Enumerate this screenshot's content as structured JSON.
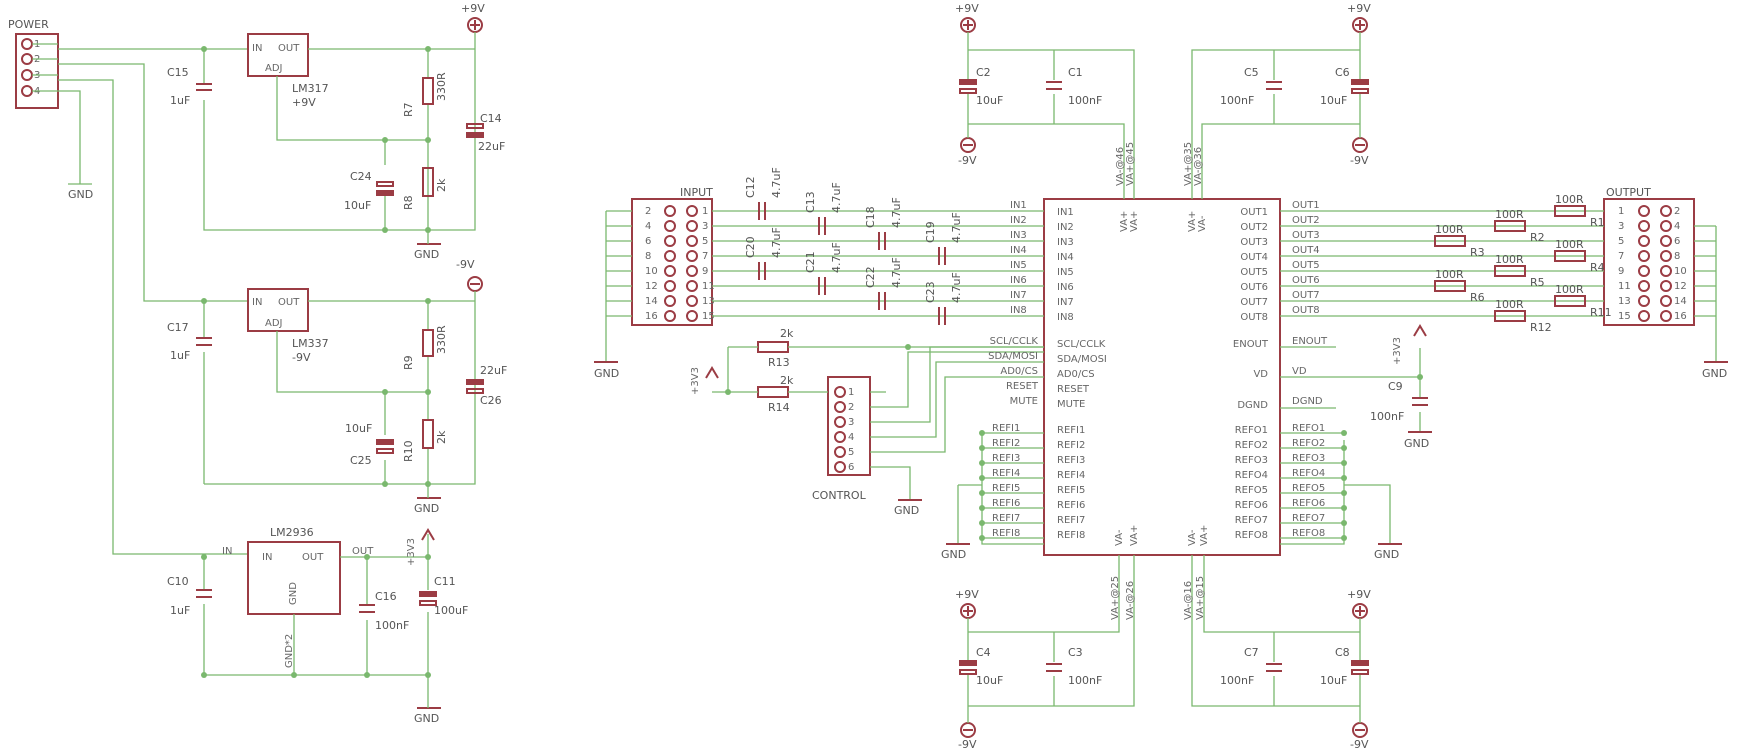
{
  "power_connector": {
    "label": "POWER",
    "pins": [
      "1",
      "2",
      "3",
      "4"
    ]
  },
  "regulators": {
    "pos": {
      "part": "LM317",
      "out_note": "+9V",
      "in": "IN",
      "out": "OUT",
      "adj": "ADJ"
    },
    "neg": {
      "part": "LM337",
      "out_note": "-9V",
      "in": "IN",
      "out": "OUT",
      "adj": "ADJ"
    },
    "ldo": {
      "part": "LM2936",
      "in": "IN",
      "out": "OUT",
      "gnd": "GND",
      "gnd_pin": "GND*2",
      "net_in": "IN",
      "net_out": "OUT"
    }
  },
  "left_parts": {
    "C15": {
      "name": "C15",
      "value": "1uF"
    },
    "C17": {
      "name": "C17",
      "value": "1uF"
    },
    "C10": {
      "name": "C10",
      "value": "1uF"
    },
    "R7": {
      "name": "R7",
      "value": "330R"
    },
    "R8": {
      "name": "R8",
      "value": "2k"
    },
    "R9": {
      "name": "R9",
      "value": "330R"
    },
    "R10": {
      "name": "R10",
      "value": "2k"
    },
    "C14": {
      "name": "C14",
      "value": "22uF"
    },
    "C24": {
      "name": "C24",
      "value": "10uF"
    },
    "C26": {
      "name": "C26",
      "value": "22uF"
    },
    "C25": {
      "name": "C25",
      "value": "10uF"
    },
    "C16": {
      "name": "C16",
      "value": "100nF"
    },
    "C11": {
      "name": "C11",
      "value": "100uF"
    }
  },
  "supplies": {
    "pos9": "+9V",
    "neg9": "-9V",
    "v33": "+3V3",
    "gnd": "GND"
  },
  "input_header": {
    "label": "INPUT",
    "left_pins": [
      "2",
      "4",
      "6",
      "8",
      "10",
      "12",
      "14",
      "16"
    ],
    "right_pins": [
      "1",
      "3",
      "5",
      "7",
      "9",
      "11",
      "13",
      "15"
    ]
  },
  "input_caps": [
    {
      "name": "C12",
      "value": "4.7uF"
    },
    {
      "name": "C20",
      "value": "4.7uF"
    },
    {
      "name": "C13",
      "value": "4.7uF"
    },
    {
      "name": "C21",
      "value": "4.7uF"
    },
    {
      "name": "C18",
      "value": "4.7uF"
    },
    {
      "name": "C22",
      "value": "4.7uF"
    },
    {
      "name": "C19",
      "value": "4.7uF"
    },
    {
      "name": "C23",
      "value": "4.7uF"
    }
  ],
  "in_nets": [
    "IN1",
    "IN2",
    "IN3",
    "IN4",
    "IN5",
    "IN6",
    "IN7",
    "IN8"
  ],
  "control_nets": [
    "SCL/CCLK",
    "SDA/MOSI",
    "AD0/CS",
    "RESET",
    "MUTE"
  ],
  "ref_nets": [
    "REFI1",
    "REFI2",
    "REFI3",
    "REFI4",
    "REFI5",
    "REFI6",
    "REFI7",
    "REFI8"
  ],
  "ref_out_nets": [
    "REFO1",
    "REFO2",
    "REFO3",
    "REFO4",
    "REFO5",
    "REFO6",
    "REFO7",
    "REFO8"
  ],
  "chip": {
    "left_pins": [
      "IN1",
      "IN2",
      "IN3",
      "IN4",
      "IN5",
      "IN6",
      "IN7",
      "IN8",
      "SCL/CCLK",
      "SDA/MOSI",
      "AD0/CS",
      "RESET",
      "MUTE",
      "REFI1",
      "REFI2",
      "REFI3",
      "REFI4",
      "REFI5",
      "REFI6",
      "REFI7",
      "REFI8"
    ],
    "right_pins": [
      "OUT1",
      "OUT2",
      "OUT3",
      "OUT4",
      "OUT5",
      "OUT6",
      "OUT7",
      "OUT8",
      "ENOUT",
      "VD",
      "DGND",
      "REFO1",
      "REFO2",
      "REFO3",
      "REFO4",
      "REFO5",
      "REFO6",
      "REFO7",
      "REFO8"
    ],
    "top_pins": [
      "VA+",
      "VA+",
      "VA+",
      "VA-"
    ],
    "bottom_pins": [
      "VA-",
      "VA+",
      "VA-",
      "VA+"
    ],
    "top_nets": [
      "VA-@46",
      "VA+@45",
      "VA+@35",
      "VA-@36"
    ],
    "bottom_nets": [
      "VA+@25",
      "VA-@26",
      "VA-@16",
      "VA+@15"
    ]
  },
  "out_nets": [
    "OUT1",
    "OUT2",
    "OUT3",
    "OUT4",
    "OUT5",
    "OUT6",
    "OUT7",
    "OUT8",
    "ENOUT",
    "VD",
    "DGND"
  ],
  "control_resistors": {
    "R13": {
      "name": "R13",
      "value": "2k"
    },
    "R14": {
      "name": "R14",
      "value": "2k"
    }
  },
  "control_header": {
    "label": "CONTROL",
    "pins": [
      "1",
      "2",
      "3",
      "4",
      "5",
      "6"
    ]
  },
  "supply_caps": {
    "C2": {
      "name": "C2",
      "value": "10uF"
    },
    "C1": {
      "name": "C1",
      "value": "100nF"
    },
    "C5": {
      "name": "C5",
      "value": "100nF"
    },
    "C6": {
      "name": "C6",
      "value": "10uF"
    },
    "C4": {
      "name": "C4",
      "value": "10uF"
    },
    "C3": {
      "name": "C3",
      "value": "100nF"
    },
    "C7": {
      "name": "C7",
      "value": "100nF"
    },
    "C8": {
      "name": "C8",
      "value": "10uF"
    },
    "C9": {
      "name": "C9",
      "value": "100nF"
    }
  },
  "out_resistors": [
    {
      "name": "R1",
      "value": "100R"
    },
    {
      "name": "R2",
      "value": "100R"
    },
    {
      "name": "R3",
      "value": "100R"
    },
    {
      "name": "R4",
      "value": "100R"
    },
    {
      "name": "R5",
      "value": "100R"
    },
    {
      "name": "R6",
      "value": "100R"
    },
    {
      "name": "R11",
      "value": "100R"
    },
    {
      "name": "R12",
      "value": "100R"
    }
  ],
  "output_header": {
    "label": "OUTPUT",
    "left_pins": [
      "1",
      "3",
      "5",
      "7",
      "9",
      "11",
      "13",
      "15"
    ],
    "right_pins": [
      "2",
      "4",
      "6",
      "8",
      "10",
      "12",
      "14",
      "16"
    ]
  }
}
